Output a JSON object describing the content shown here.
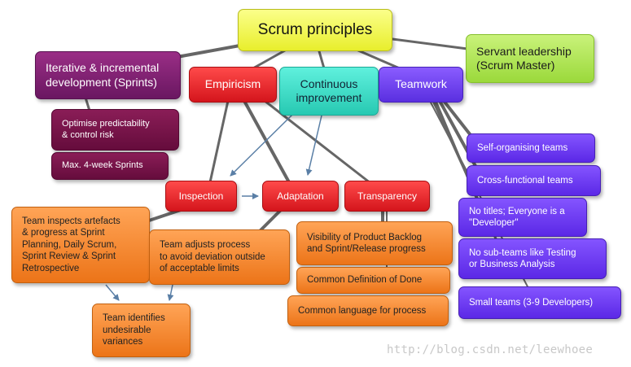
{
  "diagram": {
    "root": "Scrum principles",
    "servant_leadership": "Servant leadership\n(Scrum Master)",
    "iterative": "Iterative & incremental\ndevelopment (Sprints)",
    "optimise": "Optimise predictability\n& control risk",
    "max_sprints": "Max. 4-week Sprints",
    "empiricism": "Empiricism",
    "continuous_improvement": "Continuous\nimprovement",
    "teamwork": "Teamwork",
    "self_organising": "Self-organising teams",
    "cross_functional": "Cross-functional teams",
    "no_titles": "No titles; Everyone is a\n\"Developer\"",
    "no_sub_teams": "No sub-teams like Testing\nor Business Analysis",
    "small_teams": "Small teams (3-9 Developers)",
    "inspection": "Inspection",
    "adaptation": "Adaptation",
    "transparency": "Transparency",
    "team_inspects": "Team inspects artefacts\n& progress at Sprint\nPlanning, Daily Scrum,\nSprint Review & Sprint\nRetrospective",
    "team_adjusts": "Team adjusts process\nto avoid deviation outside\nof acceptable limits",
    "team_identifies": "Team identifies\nundesirable\nvariances",
    "visibility": "Visibility of Product Backlog\nand Sprint/Release progress",
    "common_definition": "Common Definition of Done",
    "common_language": "Common language for process"
  },
  "watermark": "http://blog.csdn.net/leewhoee",
  "colors": {
    "root": "#f4f840",
    "servant": "#b5e65a",
    "iterative": "#7e2072",
    "dark_magenta": "#7a1249",
    "red": "#e8262c",
    "teal": "#3ddcc6",
    "violet": "#6d3cf2",
    "orange": "#f58a2e",
    "connector": "#666666",
    "arrow": "#5a7fa6"
  }
}
